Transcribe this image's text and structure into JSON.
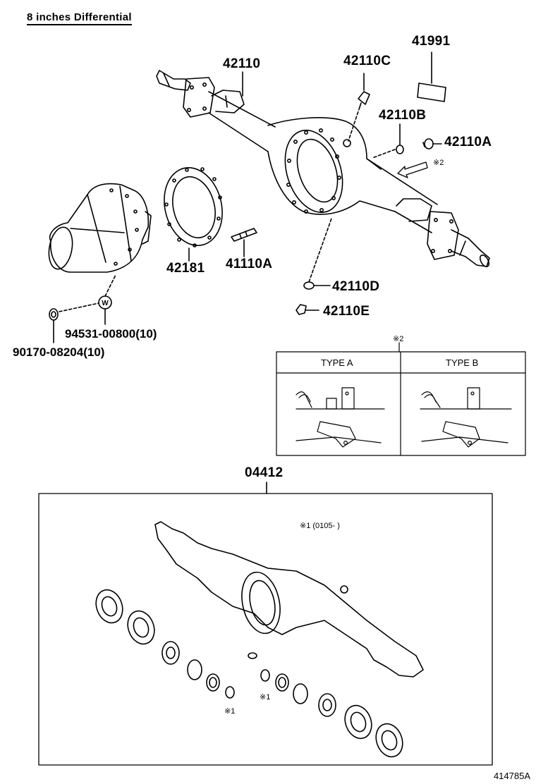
{
  "title": "8 inches Differential",
  "parts": {
    "p42110": "42110",
    "p42110C": "42110C",
    "p41991": "41991",
    "p42110B": "42110B",
    "p42110A": "42110A",
    "p42181": "42181",
    "p41110A": "41110A",
    "p42110D": "42110D",
    "p42110E": "42110E",
    "p94531": "94531-00800(10)",
    "p90170": "90170-08204(10)",
    "p04412": "04412"
  },
  "washer_letter": "W",
  "notes": {
    "arrow_note": "※2",
    "table_note": "※2",
    "kit_note": "※1 (0105-      )",
    "mark1a": "※1",
    "mark1b": "※1"
  },
  "type_table": {
    "col_a": "TYPE A",
    "col_b": "TYPE B"
  },
  "footer_code": "414785A"
}
